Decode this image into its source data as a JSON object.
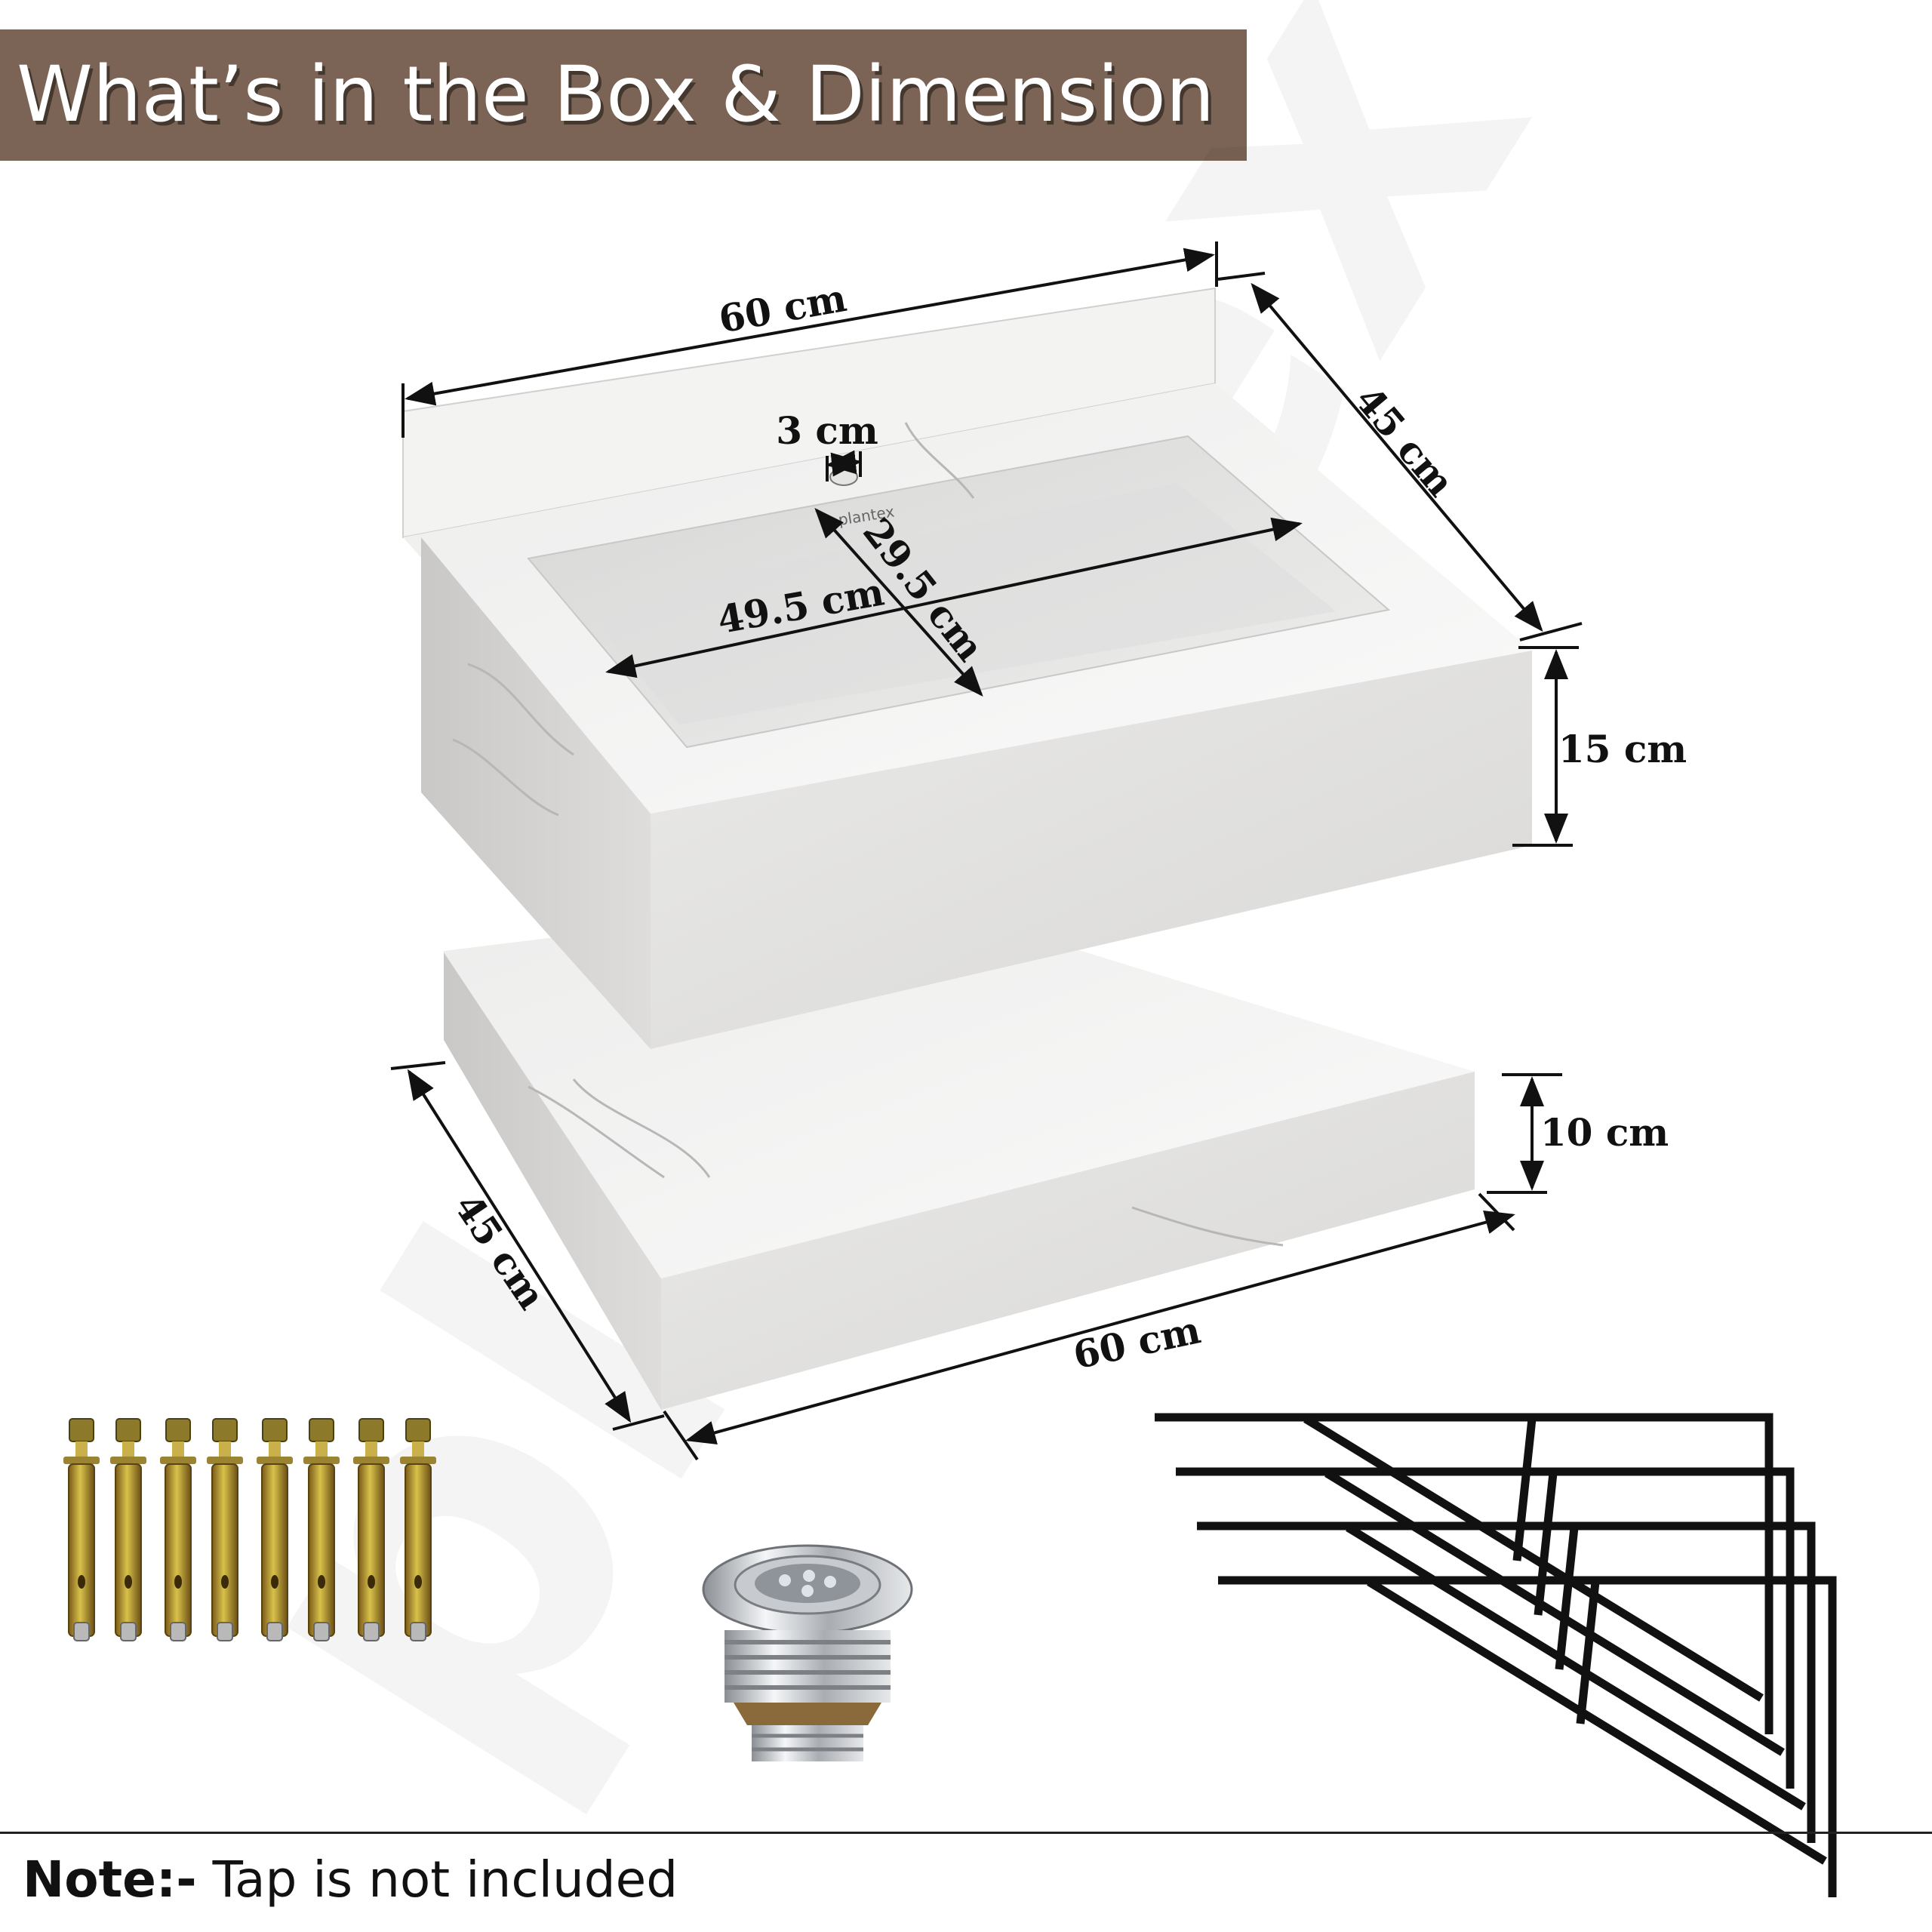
{
  "header": {
    "title": "What’s in the Box & Dimension"
  },
  "dimensions": {
    "top_width": "60 cm",
    "top_depth": "45 cm",
    "tap_hole": "3 cm",
    "basin_width": "49.5 cm",
    "basin_depth": "29.5 cm",
    "top_height": "15 cm",
    "base_height": "10 cm",
    "base_depth": "45 cm",
    "base_width": "60 cm"
  },
  "sink_logo": "plantex",
  "watermark": "plantex",
  "accessories": {
    "anchor_bolts_count": 8,
    "brackets_count": 4
  },
  "note": {
    "label": "Note:-",
    "text": "Tap is not included"
  },
  "colors": {
    "header_bg": "#7b6455",
    "marble": "#ececec",
    "bracket": "#111111",
    "bolt": "#b59a2c"
  }
}
